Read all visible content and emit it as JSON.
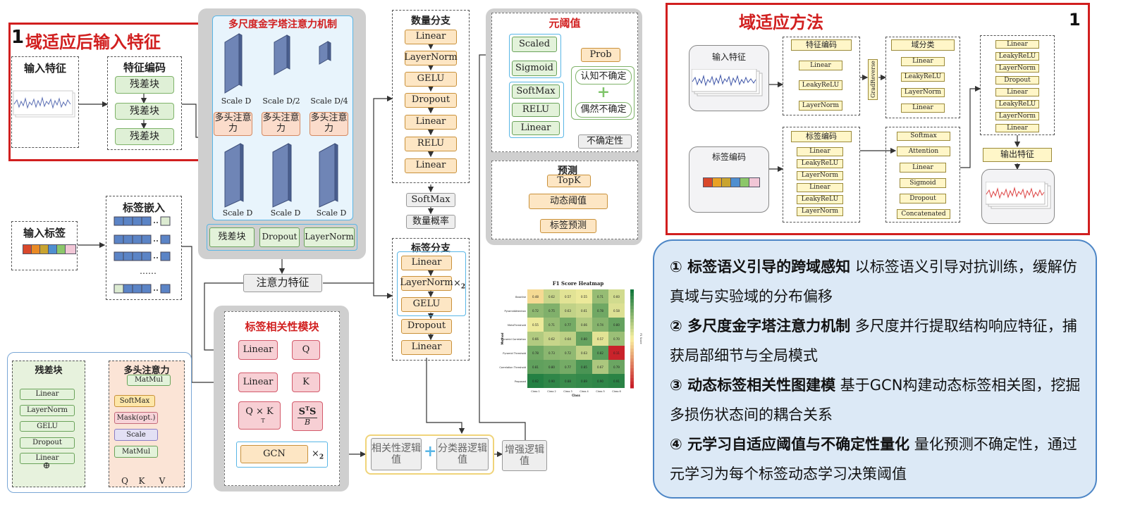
{
  "section_input": {
    "badge": "1",
    "title": "域适应后输入特征",
    "input_feature": "输入特征",
    "feature_encoding": "特征编码",
    "blocks": [
      "残差块",
      "残差块",
      "残差块"
    ]
  },
  "pyramid": {
    "title": "多尺度金字塔注意力机制",
    "scales_top": [
      "Scale D",
      "Scale D/2",
      "Scale D/4"
    ],
    "attention_label": "多头注意力",
    "scales_bottom": [
      "Scale D",
      "Scale D",
      "Scale D"
    ],
    "bottom_blocks": [
      "残差块",
      "Dropout",
      "LayerNorm"
    ],
    "output": "注意力特征"
  },
  "labels": {
    "input_label": "输入标签",
    "embedding": "标签嵌入",
    "dots": "……",
    "colors": [
      "#d9482b",
      "#e98a25",
      "#c9a431",
      "#4f8fd0",
      "#8cc76a",
      "#f1c6d6"
    ]
  },
  "legend": {
    "residual_title": "残差块",
    "residual_layers": [
      "Linear",
      "LayerNorm",
      "GELU",
      "Dropout",
      "Linear"
    ],
    "plus": "⊕",
    "mha_title": "多头注意力",
    "mha_layers": [
      "MatMul",
      "SoftMax",
      "Mask(opt.)",
      "Scale",
      "MatMul"
    ],
    "qkv": [
      "Q",
      "K",
      "V"
    ]
  },
  "correlation": {
    "title": "标签相关性模块",
    "linear1": "Linear",
    "q": "Q",
    "linear2": "Linear",
    "k": "K",
    "qk": "Q × K",
    "qk_sup": "T",
    "sts": "S",
    "sts_sup": "T",
    "sts_tail": "S",
    "sts_den": "B",
    "gcn": "GCN",
    "times": "×",
    "times_n": "2"
  },
  "logits": {
    "corr": "相关性逻辑值",
    "plus": "+",
    "cls": "分类器逻辑值",
    "enh": "增强逻辑值"
  },
  "count_branch": {
    "title": "数量分支",
    "layers": [
      "Linear",
      "LayerNorm",
      "GELU",
      "Dropout",
      "Linear",
      "RELU",
      "Linear"
    ],
    "softmax": "SoftMax",
    "prob": "数量概率"
  },
  "label_branch": {
    "title": "标签分支",
    "layers": [
      "Linear",
      "LayerNorm",
      "GELU",
      "Dropout",
      "Linear"
    ],
    "times": "×",
    "times_n": "2"
  },
  "meta": {
    "title": "元阈值",
    "scaled": "Scaled",
    "sigmoid": "Sigmoid",
    "softmax": "SoftMax",
    "relu": "RELU",
    "linear": "Linear",
    "prob": "Prob",
    "epistemic": "认知不确定",
    "plus": "+",
    "aleatoric": "偶然不确定",
    "uncertainty": "不确定性"
  },
  "predict": {
    "title": "预测",
    "topk": "TopK",
    "dyn": "动态阈值",
    "label_pred": "标签预测"
  },
  "heatmap": {
    "title": "F1 Score Heatmap",
    "rows": [
      "Baseline",
      "PyramidAttention",
      "MetaThreshold",
      "Pyramid Correlation",
      "Pyramid Threshold",
      "Correlation Threshold",
      "Proposed"
    ],
    "cols": [
      "Class 1",
      "Class 2",
      "Class 3",
      "Class 4",
      "Class 5",
      "Class 6"
    ],
    "values": [
      [
        0.48,
        0.62,
        0.57,
        0.55,
        0.71,
        0.6
      ],
      [
        0.72,
        0.75,
        0.63,
        0.61,
        0.78,
        0.58
      ],
      [
        0.55,
        0.71,
        0.77,
        0.66,
        0.74,
        0.8
      ],
      [
        0.66,
        0.62,
        0.64,
        0.8,
        0.57,
        0.7
      ],
      [
        0.78,
        0.73,
        0.72,
        0.63,
        0.82,
        0.11
      ],
      [
        0.81,
        0.8,
        0.77,
        0.85,
        0.67,
        0.79
      ],
      [
        0.92,
        0.9,
        0.88,
        0.89,
        0.9,
        0.91
      ]
    ],
    "xlabel": "Class",
    "ylabel": "Method",
    "cbar_label": "F1 Score"
  },
  "da_method": {
    "title": "域适应方法",
    "badge": "1",
    "input_feature": "输入特征",
    "label_encoding": "标签编码",
    "feat_enc_title": "特征编码",
    "feat_enc_layers": [
      "Linear",
      "LeakyReLU",
      "LayerNorm"
    ],
    "grad_reverse": "GradReverse",
    "domain_cls_title": "域分类",
    "domain_cls_layers": [
      "Linear",
      "LeakyReLU",
      "LayerNorm",
      "Linear"
    ],
    "label_enc_title": "标签编码",
    "label_enc_layers": [
      "Linear",
      "LeakyReLU",
      "LayerNorm",
      "Linear",
      "LeakyReLU",
      "LayerNorm"
    ],
    "fusion_layers": [
      "Softmax",
      "Attention",
      "Linear",
      "Sigmoid",
      "Dropout",
      "Concatenated"
    ],
    "out_layers": [
      "Linear",
      "LeakyReLU",
      "LayerNorm",
      "Dropout",
      "Linear",
      "LeakyReLU",
      "LayerNorm",
      "Linear"
    ],
    "output_feature": "输出特征"
  },
  "contrib": [
    {
      "bold": "① 标签语义引导的跨域感知",
      "text": " 以标签语义引导对抗训练，缓解仿真域与实验域的分布偏移"
    },
    {
      "bold": "② 多尺度金字塔注意力机制",
      "text": " 多尺度并行提取结构响应特征，捕获局部细节与全局模式"
    },
    {
      "bold": "③ 动态标签相关性图建模",
      "text": " 基于GCN构建动态标签相关图，挖掘多损伤状态间的耦合关系"
    },
    {
      "bold": "④ 元学习自适应阈值与不确定性量化",
      "text": " 量化预测不确定性，通过元学习为每个标签动态学习决策阈值"
    }
  ]
}
